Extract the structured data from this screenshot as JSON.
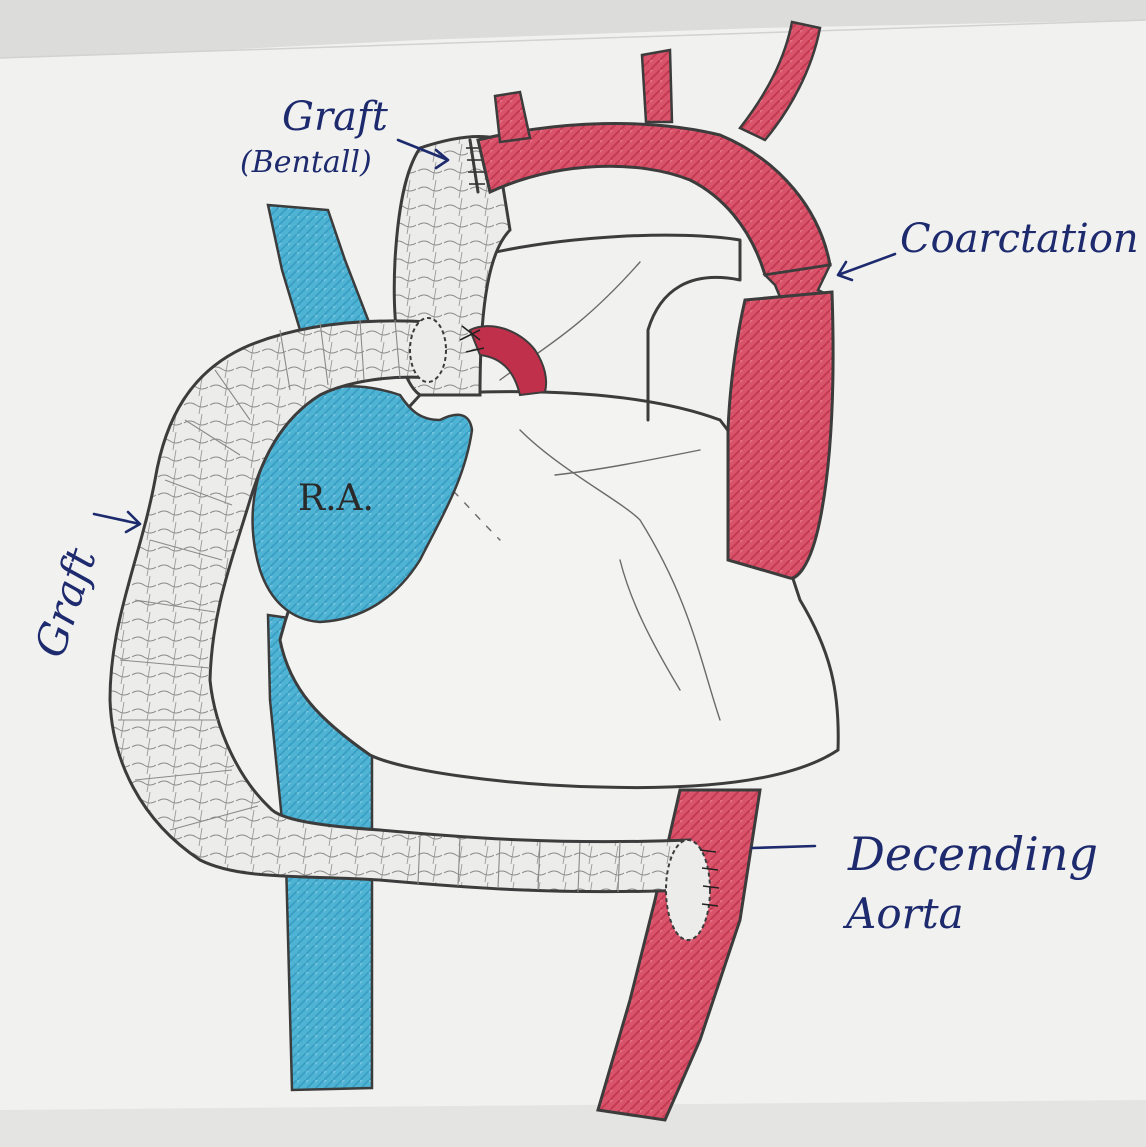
{
  "labels": {
    "graft_top_line1": "Graft",
    "graft_top_line2": "(Bentall)",
    "coarctation": "Coarctation",
    "graft_left": "Graft",
    "right_atrium": "R.A.",
    "descending_line1": "Decending",
    "descending_line2": "Aorta"
  },
  "colors": {
    "paper": "#f1f1ef",
    "aorta_red": "#d94f63",
    "aorta_red_dark": "#c03048",
    "vein_blue": "#4fb3d4",
    "graft_fill": "#ebebe9",
    "outline": "#3c3c3c",
    "ink": "#1d2a6e"
  }
}
